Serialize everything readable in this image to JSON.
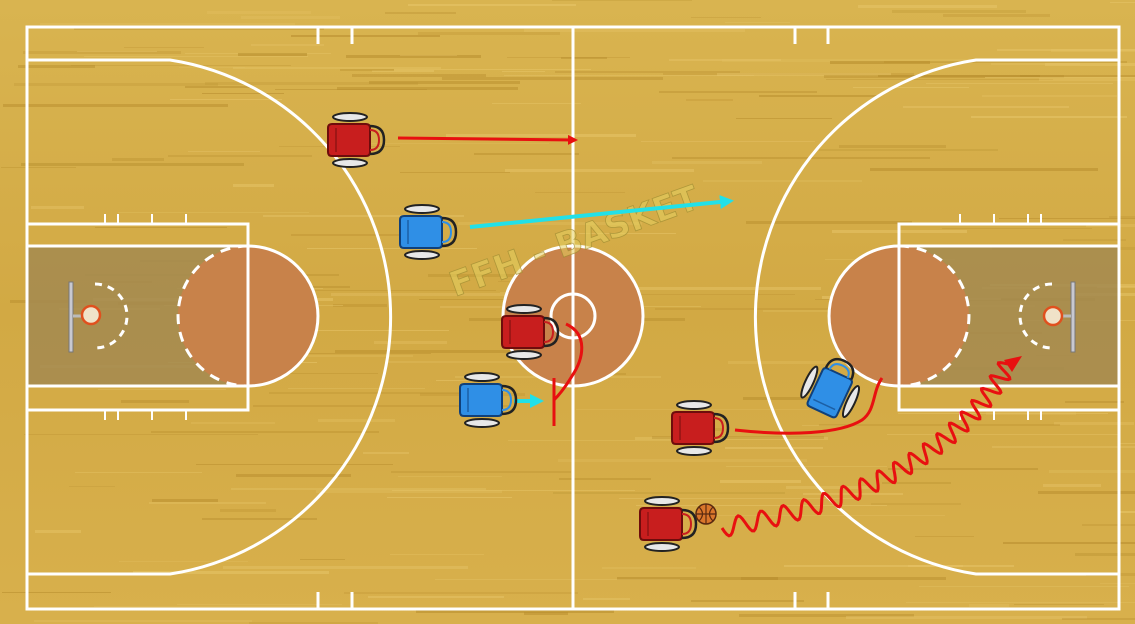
{
  "watermark": {
    "text": "FFH - BASKET"
  },
  "colors": {
    "floor": "#d8b24e",
    "floor_dark": "#b08a2a",
    "key_paint": "#a38a50",
    "center_paint": "#c8824a",
    "lines": "#ffffff",
    "team_red": "#c81e1e",
    "team_blue": "#2f8fe6",
    "arrow_red": "#e81010",
    "arrow_cyan": "#22e0e8",
    "ball": "#d9762b",
    "rim": "#e0501e",
    "watermark": "#e4d060"
  },
  "players": [
    {
      "id": "red-1",
      "team": "red"
    },
    {
      "id": "blue-1",
      "team": "blue"
    },
    {
      "id": "red-2",
      "team": "red"
    },
    {
      "id": "blue-2",
      "team": "blue"
    },
    {
      "id": "red-3",
      "team": "red"
    },
    {
      "id": "blue-3",
      "team": "blue"
    },
    {
      "id": "red-4",
      "team": "red"
    }
  ],
  "movements": [
    {
      "id": "red-1-run",
      "kind": "run",
      "color": "red"
    },
    {
      "id": "blue-1-run",
      "kind": "run",
      "color": "cyan"
    },
    {
      "id": "blue-2-run",
      "kind": "run",
      "color": "cyan"
    },
    {
      "id": "red-2-screen",
      "kind": "screen",
      "color": "red"
    },
    {
      "id": "red-3-cut",
      "kind": "cut",
      "color": "red"
    },
    {
      "id": "red-4-dribble",
      "kind": "dribble",
      "color": "red"
    }
  ]
}
